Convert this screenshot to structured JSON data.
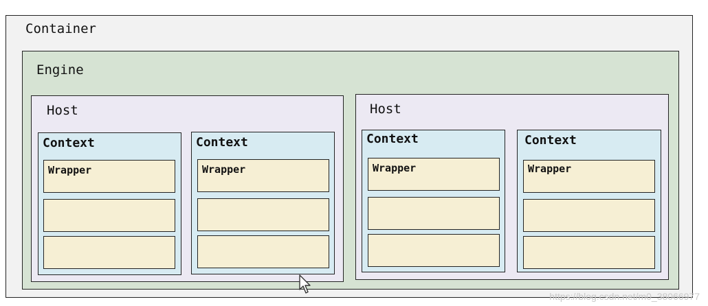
{
  "container": {
    "label": "Container"
  },
  "engine": {
    "label": "Engine"
  },
  "hosts": [
    {
      "label": "Host",
      "contexts": [
        {
          "label": "Context",
          "wrapper_label": "Wrapper"
        },
        {
          "label": "Context",
          "wrapper_label": "Wrapper"
        }
      ]
    },
    {
      "label": "Host",
      "contexts": [
        {
          "label": "Context",
          "wrapper_label": "Wrapper"
        },
        {
          "label": "Context",
          "wrapper_label": "Wrapper"
        }
      ]
    }
  ],
  "cursor_icon": "arrow-cursor-icon",
  "watermark": "https://blog.csdn.net/m0_38066977"
}
